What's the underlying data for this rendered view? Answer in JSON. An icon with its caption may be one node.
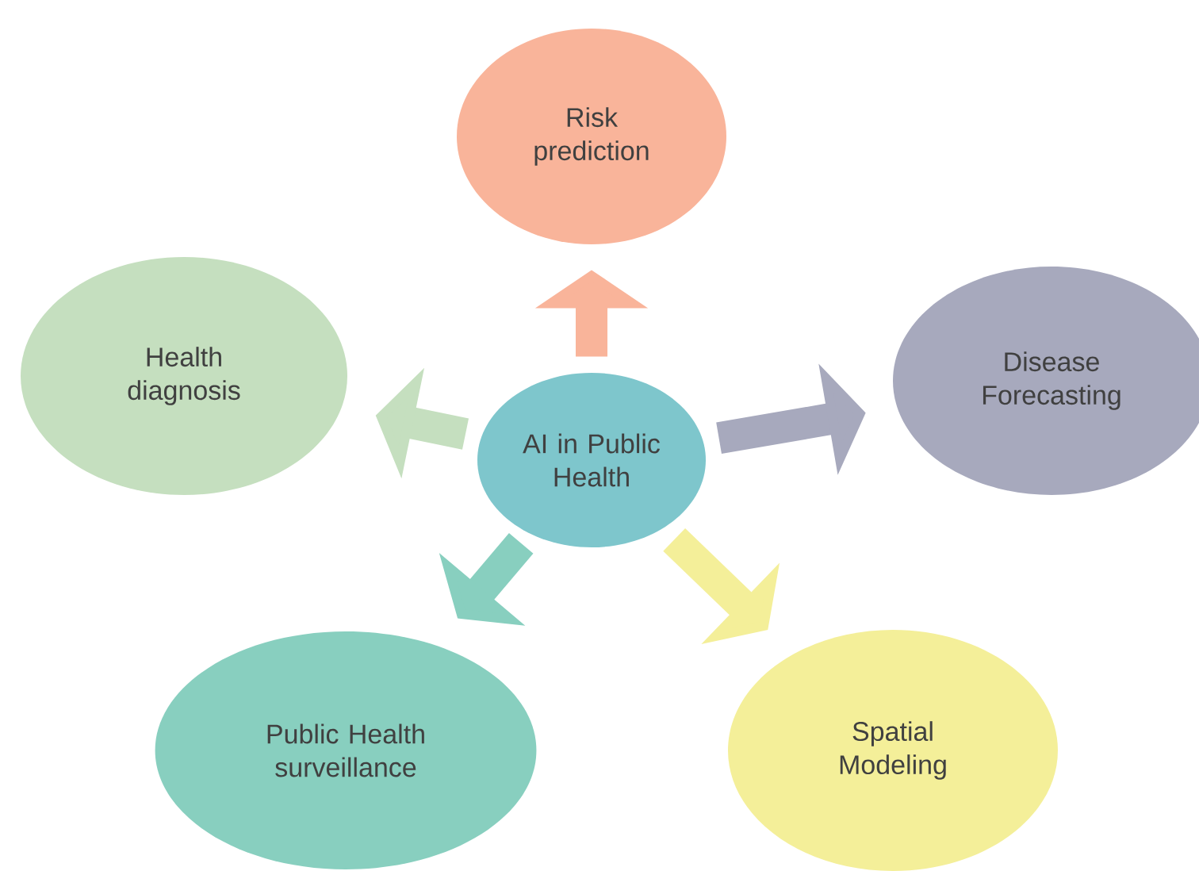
{
  "diagram": {
    "nodes": [
      {
        "text": [
          "AI in Public Health"
        ]
      },
      {
        "text": [
          "Risk prediction"
        ]
      },
      {
        "text": [
          "Health diagnosis"
        ]
      },
      {
        "text": [
          "Disease Forecasting"
        ]
      },
      {
        "text": [
          "Public Health surveillance"
        ]
      },
      {
        "text": [
          "Spatial Modeling"
        ]
      }
    ],
    "edges": [
      {
        "from": 0,
        "to": 1,
        "arrow": "to",
        "color": "#f9b49a"
      },
      {
        "from": 0,
        "to": 2,
        "arrow": "to",
        "color": "#c5dfbf"
      },
      {
        "from": 0,
        "to": 3,
        "arrow": "to",
        "color": "#a7a9bd"
      },
      {
        "from": 0,
        "to": 4,
        "arrow": "to",
        "color": "#88cfbf"
      },
      {
        "from": 0,
        "to": 5,
        "arrow": "to",
        "color": "#f4ef99"
      }
    ]
  }
}
